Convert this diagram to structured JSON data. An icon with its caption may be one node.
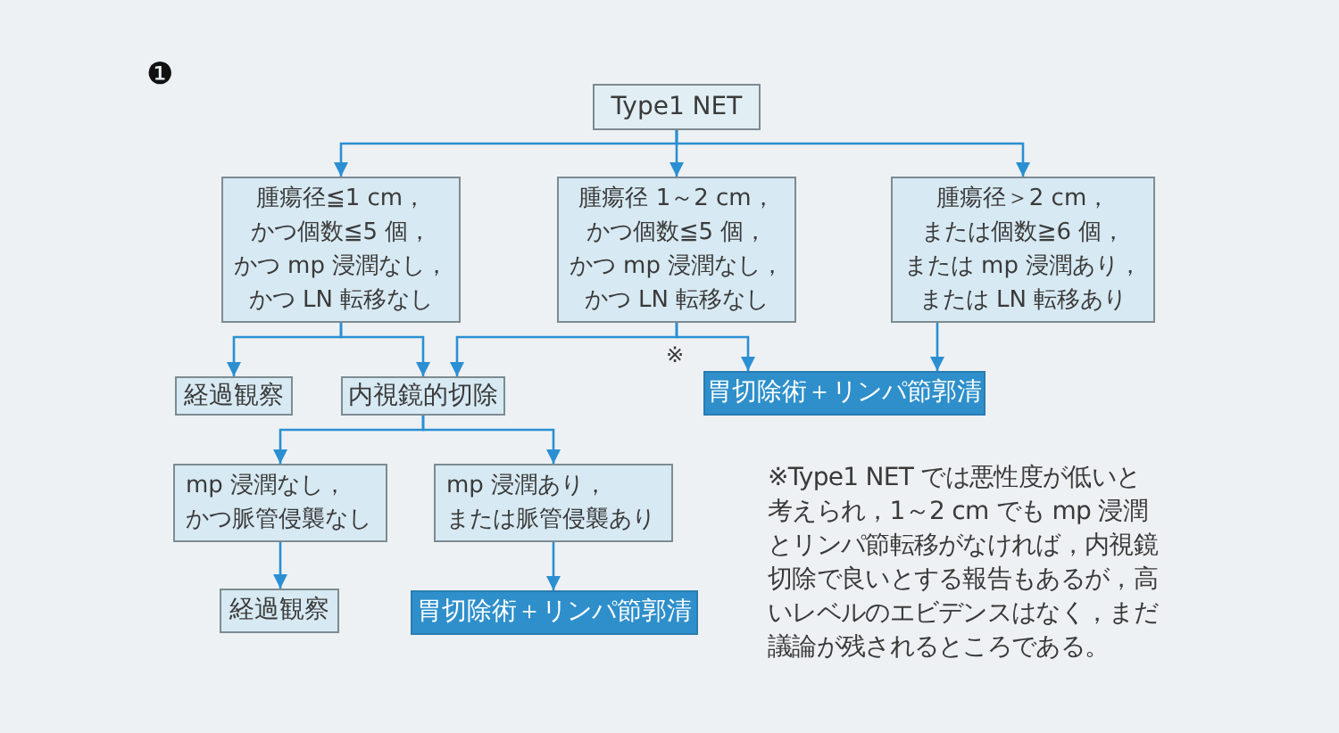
{
  "diagram": {
    "nodes": [
      {
        "text": [
          "Type1 NET"
        ]
      },
      {
        "text": [
          "腫瘍径≦1 cm，かつ個数≦5 個，かつ mp 浸潤なし，かつ LN 転移なし"
        ]
      },
      {
        "text": [
          "腫瘍径 1～2 cm，かつ個数≦5 個，かつ mp 浸潤なし，かつ LN 転移なし"
        ]
      },
      {
        "text": [
          "腫瘍径＞2 cm，または個数≧6 個，または mp 浸潤あり，または LN 転移あり"
        ]
      },
      {
        "text": [
          "経過観察"
        ]
      },
      {
        "text": [
          "内視鏡的切除"
        ]
      },
      {
        "text": [
          "胃切除術＋リンパ節郭清"
        ]
      },
      {
        "text": [
          "mp 浸潤なし，かつ脈管侵襲なし"
        ]
      },
      {
        "text": [
          "mp 浸潤あり，または脈管侵襲あり"
        ]
      },
      {
        "text": [
          "経過観察"
        ]
      },
      {
        "text": [
          "胃切除術＋リンパ節郭清"
        ]
      }
    ],
    "edges": [
      {
        "from": 0,
        "to": 1,
        "arrow": "to"
      },
      {
        "from": 0,
        "to": 2,
        "arrow": "to"
      },
      {
        "from": 0,
        "to": 3,
        "arrow": "to"
      },
      {
        "from": 1,
        "to": 4,
        "arrow": "to"
      },
      {
        "from": 1,
        "to": 5,
        "arrow": "to"
      },
      {
        "from": 2,
        "to": 5,
        "arrow": "to"
      },
      {
        "from": 2,
        "to": 6,
        "arrow": "to"
      },
      {
        "from": 3,
        "to": 6,
        "arrow": "to"
      },
      {
        "from": 5,
        "to": 7,
        "arrow": "to"
      },
      {
        "from": 5,
        "to": 8,
        "arrow": "to"
      },
      {
        "from": 7,
        "to": 9,
        "arrow": "to"
      },
      {
        "from": 8,
        "to": 10,
        "arrow": "to"
      }
    ],
    "labels": [
      "❶",
      "※",
      "※Type1 NET では悪性度が低いと考えられ，1～2 cm でも mp 浸潤とリンパ節転移がなければ，内視鏡切除で良いとする報告もあるが，高いレベルのエビデンスはなく，まだ議論が残されるところである。"
    ]
  }
}
